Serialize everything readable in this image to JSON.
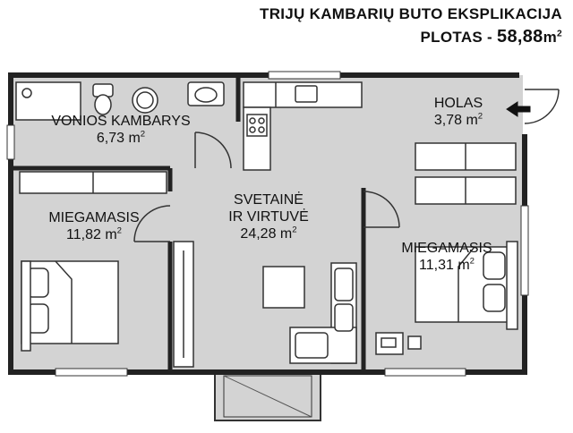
{
  "title": {
    "line1": "TRIJŲ KAMBARIŲ BUTO EKSPLIKACIJA",
    "line2_prefix": "PLOTAS - ",
    "line2_value": "58,88",
    "line2_unit": "m",
    "line2_exp": "2"
  },
  "rooms": {
    "bathroom": {
      "name": "VONIOS KAMBARYS",
      "area": "6,73 m",
      "exp": "2"
    },
    "hall": {
      "name": "HOLAS",
      "area": "3,78 m",
      "exp": "2"
    },
    "living": {
      "name1": "SVETAINĖ",
      "name2": "IR VIRTUVĖ",
      "area": "24,28 m",
      "exp": "2"
    },
    "bedroom_left": {
      "name": "MIEGAMASIS",
      "area": "11,82 m",
      "exp": "2"
    },
    "bedroom_right": {
      "name": "MIEGAMASIS",
      "area": "11,31 m",
      "exp": "2"
    }
  },
  "colors": {
    "wall": "#222222",
    "fill": "#d3d3d3",
    "line": "#333333"
  }
}
